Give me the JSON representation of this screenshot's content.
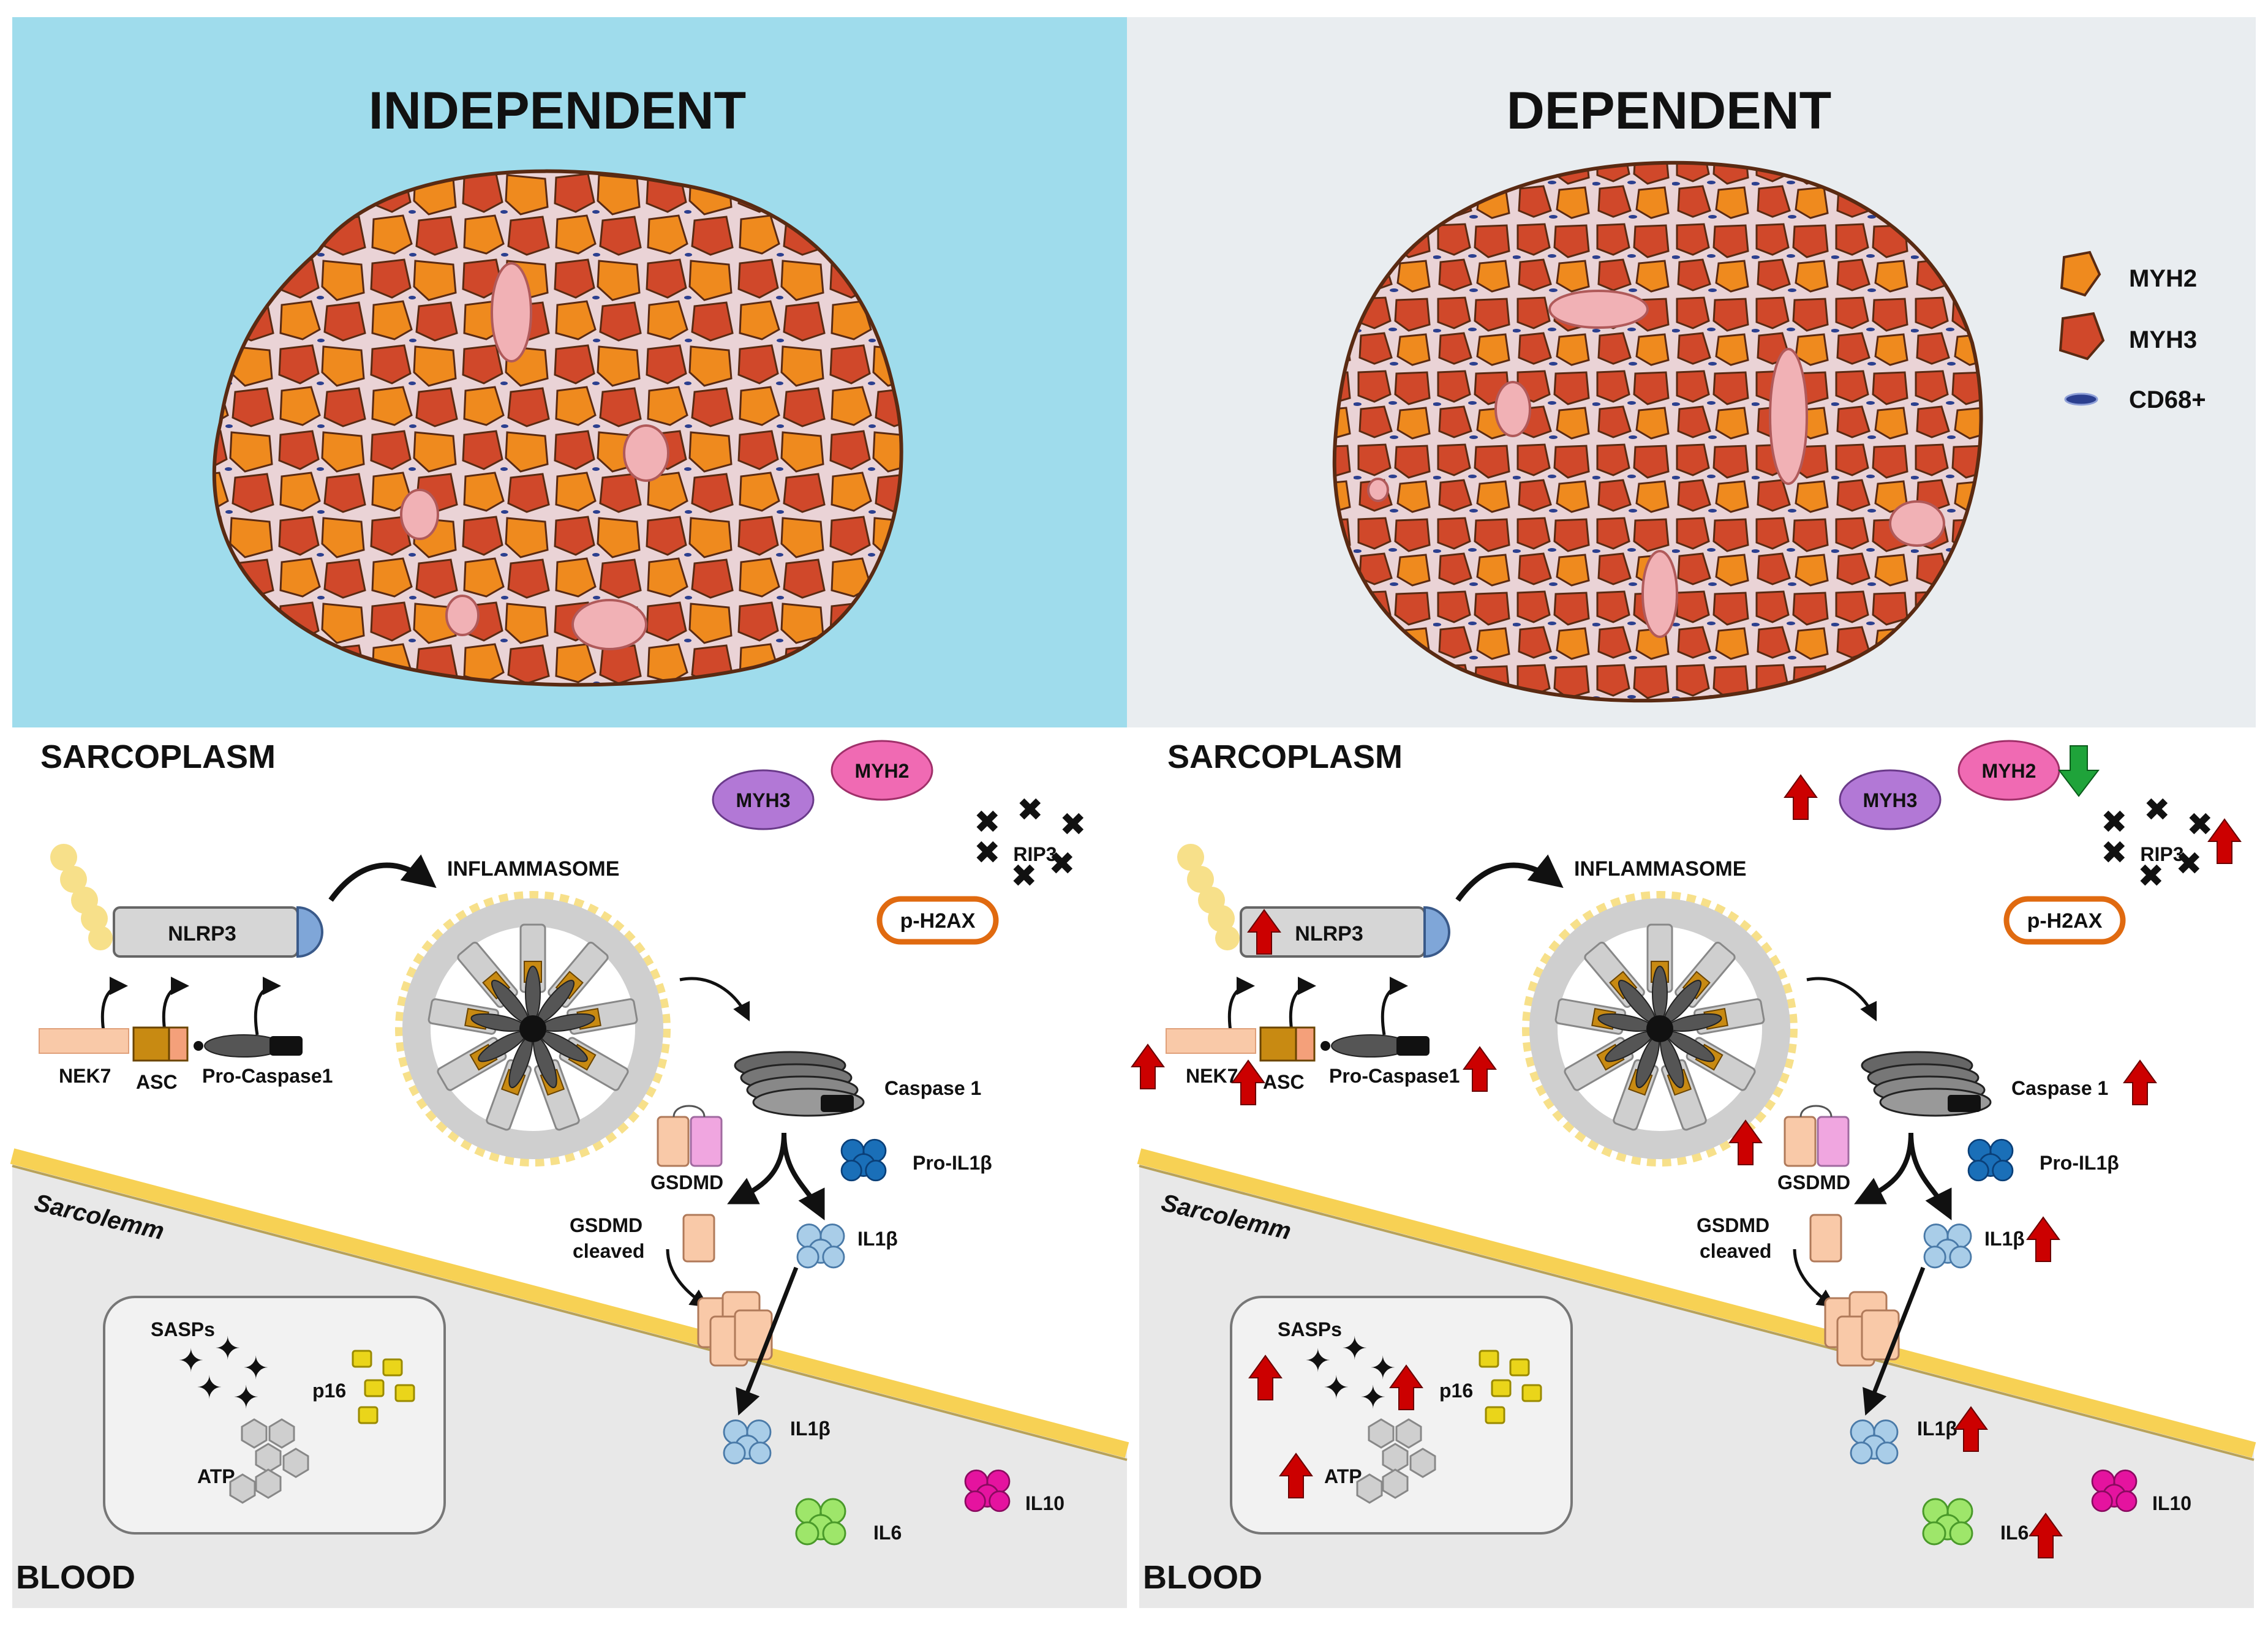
{
  "panels": [
    {
      "id": "left",
      "title": "INDEPENDENT",
      "background": "#9fdcec",
      "upregulated": false
    },
    {
      "id": "right",
      "title": "DEPENDENT",
      "background": "#e9edf0",
      "upregulated": true
    }
  ],
  "legend": {
    "myh2": "MYH2",
    "myh3": "MYH3",
    "cd68": "CD68+"
  },
  "colors": {
    "myh2_fiber": "#ef8a1e",
    "myh3_fiber": "#d0482a",
    "fiber_outline": "#5a2a12",
    "tissue": "#ead3d6",
    "up_arrow": "#cc0000",
    "down_arrow": "#1fa33a",
    "membrane": "#f7d154",
    "blood": "#e8e8e8",
    "il1b": "#a9cde8",
    "il6": "#9ee66a",
    "il10": "#e5139f",
    "pro_il1b": "#1a6fb8",
    "myh2_cell": "#f06ab3",
    "myh3_cell": "#b278d6",
    "ph2ax_border": "#e06a10"
  },
  "pathway": {
    "sarcoplasm": "SARCOPLASM",
    "blood": "BLOOD",
    "sarcolemm": "Sarcolemm",
    "inflammasome": "INFLAMMASOME",
    "nlrp3": "NLRP3",
    "nek7": "NEK7",
    "asc": "ASC",
    "pro_caspase1": "Pro-Caspase1",
    "caspase1": "Caspase 1",
    "pro_il1b": "Pro-IL1β",
    "gsdmd": "GSDMD",
    "gsdmd_cleaved_1": "GSDMD",
    "gsdmd_cleaved_2": "cleaved",
    "il1b": "IL1β",
    "il1b_blood": "IL1β",
    "myh3": "MYH3",
    "myh2": "MYH2",
    "rip3": "RIP3",
    "ph2ax": "p-H2AX",
    "sasps": "SASPs",
    "p16": "p16",
    "atp": "ATP",
    "il6": "IL6",
    "il10": "IL10"
  }
}
